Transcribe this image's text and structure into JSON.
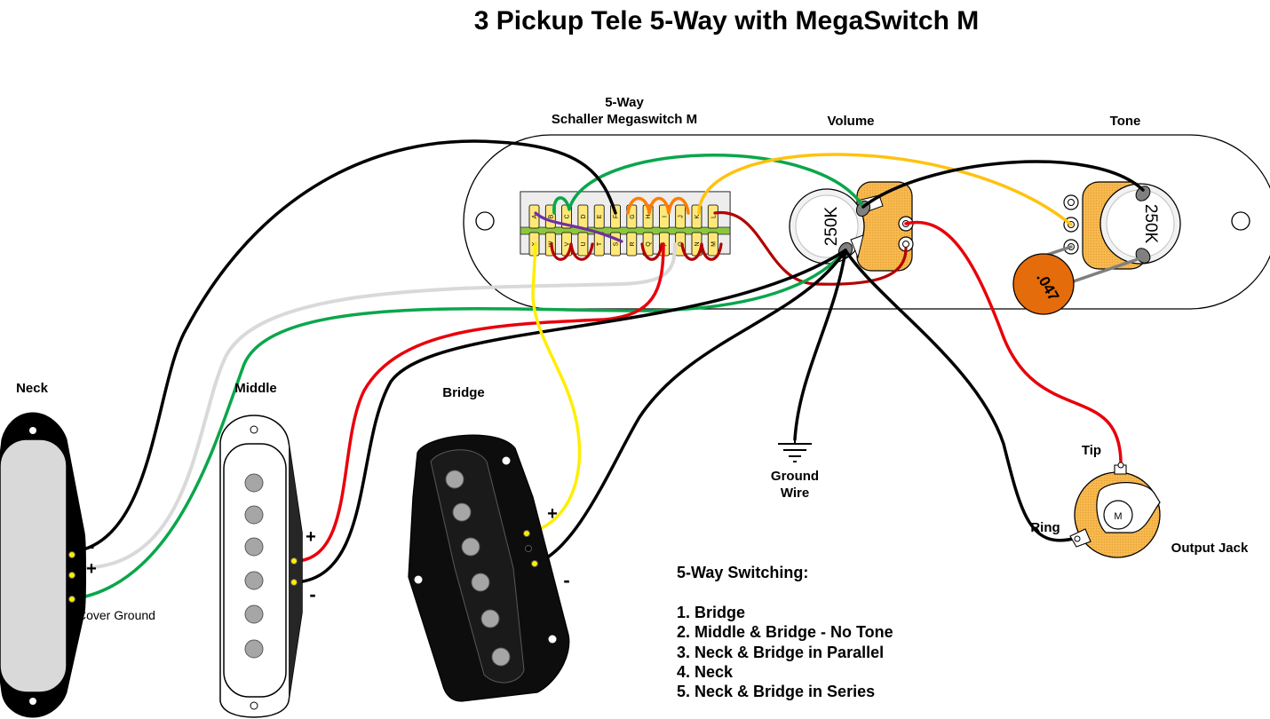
{
  "title": "3 Pickup Tele 5-Way with MegaSwitch M",
  "labels": {
    "switch_line1": "5-Way",
    "switch_line2": "Schaller Megaswitch M",
    "volume": "Volume",
    "tone": "Tone",
    "pot_value_volume": "250K",
    "pot_value_tone": "250K",
    "capacitor": ".047",
    "neck": "Neck",
    "middle": "Middle",
    "bridge": "Bridge",
    "ground_wire_line1": "Ground",
    "ground_wire_line2": "Wire",
    "tip": "Tip",
    "ring": "Ring",
    "output_jack": "Output Jack",
    "jack_mark": "M",
    "cover_ground": "Cover Ground",
    "neck_minus": "-",
    "neck_plus": "+",
    "middle_plus": "+",
    "middle_minus": "-",
    "bridge_plus": "+",
    "bridge_minus": "-"
  },
  "switch_lugs_top": [
    "A",
    "B",
    "C",
    "D",
    "E",
    "F",
    "G",
    "H",
    "I",
    "J",
    "K",
    "L"
  ],
  "switch_lugs_bottom": [
    "X",
    "W",
    "V",
    "U",
    "T",
    "S",
    "R",
    "Q",
    "P",
    "O",
    "N",
    "M"
  ],
  "switching": {
    "heading": "5-Way Switching:",
    "positions": [
      "1. Bridge",
      "2. Middle & Bridge - No Tone",
      "3. Neck & Bridge in Parallel",
      "4. Neck",
      "5. Neck & Bridge in Series"
    ]
  },
  "colors": {
    "black": "#000000",
    "white_wire": "#d9d9d9",
    "green": "#0aa64b",
    "yellow": "#ffee00",
    "red": "#e8000b",
    "dark_red": "#b30000",
    "orange": "#ff7d00",
    "light_orange": "#ffc20e",
    "purple": "#7030a0",
    "pot_body": "#f7b94f",
    "capacitor": "#e46c0a",
    "plate": "#ffffff"
  }
}
